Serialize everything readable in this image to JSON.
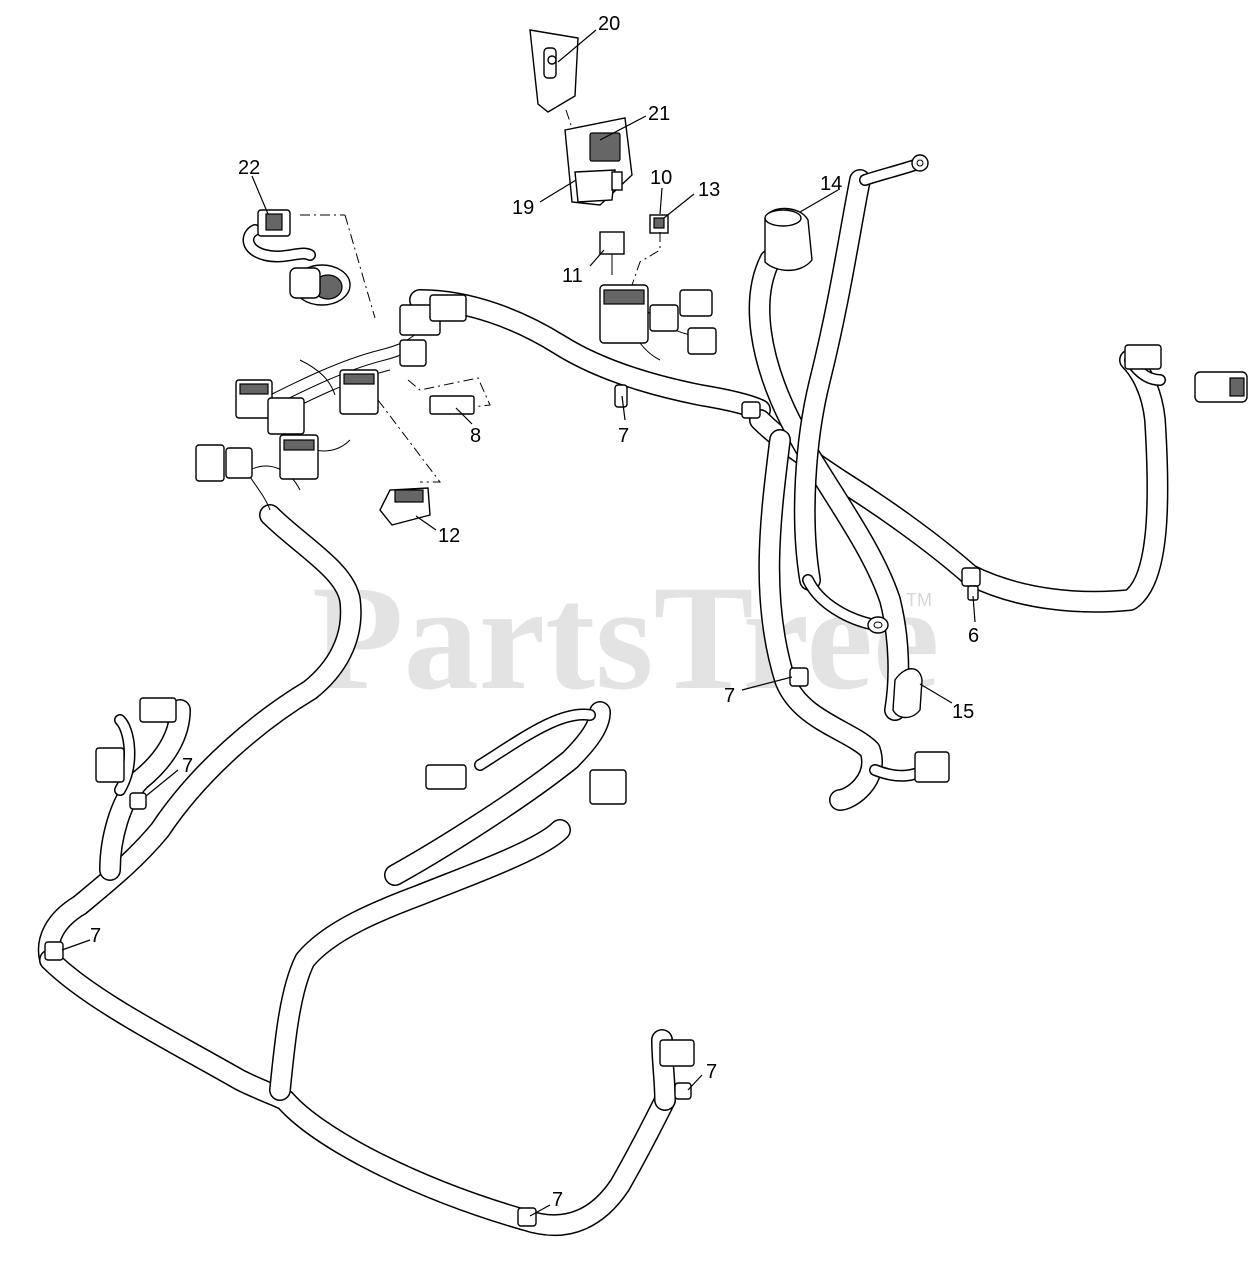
{
  "watermark": {
    "text": "PartsTree",
    "trademark": "TM"
  },
  "callouts": [
    {
      "label": "20"
    },
    {
      "label": "21"
    },
    {
      "label": "19"
    },
    {
      "label": "22"
    },
    {
      "label": "10"
    },
    {
      "label": "13"
    },
    {
      "label": "11"
    },
    {
      "label": "14"
    },
    {
      "label": "7"
    },
    {
      "label": "8"
    },
    {
      "label": "12"
    },
    {
      "label": "6"
    },
    {
      "label": "7"
    },
    {
      "label": "15"
    },
    {
      "label": "7"
    },
    {
      "label": "7"
    },
    {
      "label": "7"
    },
    {
      "label": "7"
    }
  ]
}
